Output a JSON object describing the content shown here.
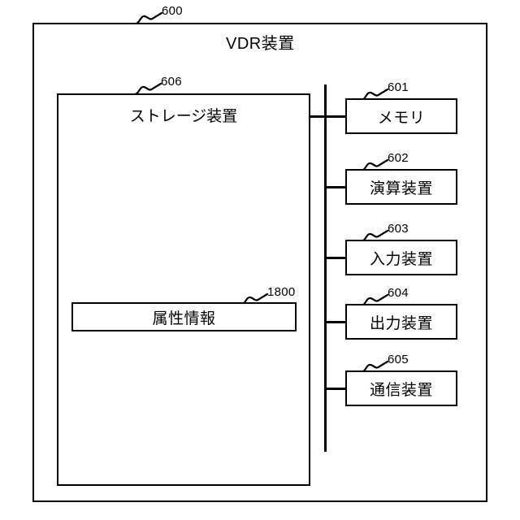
{
  "diagram": {
    "title": "VDR装置",
    "title_ref": "600",
    "storage": {
      "label": "ストレージ装置",
      "ref": "606"
    },
    "attribute": {
      "label": "属性情報",
      "ref": "1800"
    },
    "components": [
      {
        "label": "メモリ",
        "ref": "601"
      },
      {
        "label": "演算装置",
        "ref": "602"
      },
      {
        "label": "入力装置",
        "ref": "603"
      },
      {
        "label": "出力装置",
        "ref": "604"
      },
      {
        "label": "通信装置",
        "ref": "605"
      }
    ]
  },
  "colors": {
    "line": "#000000",
    "background": "#ffffff"
  }
}
